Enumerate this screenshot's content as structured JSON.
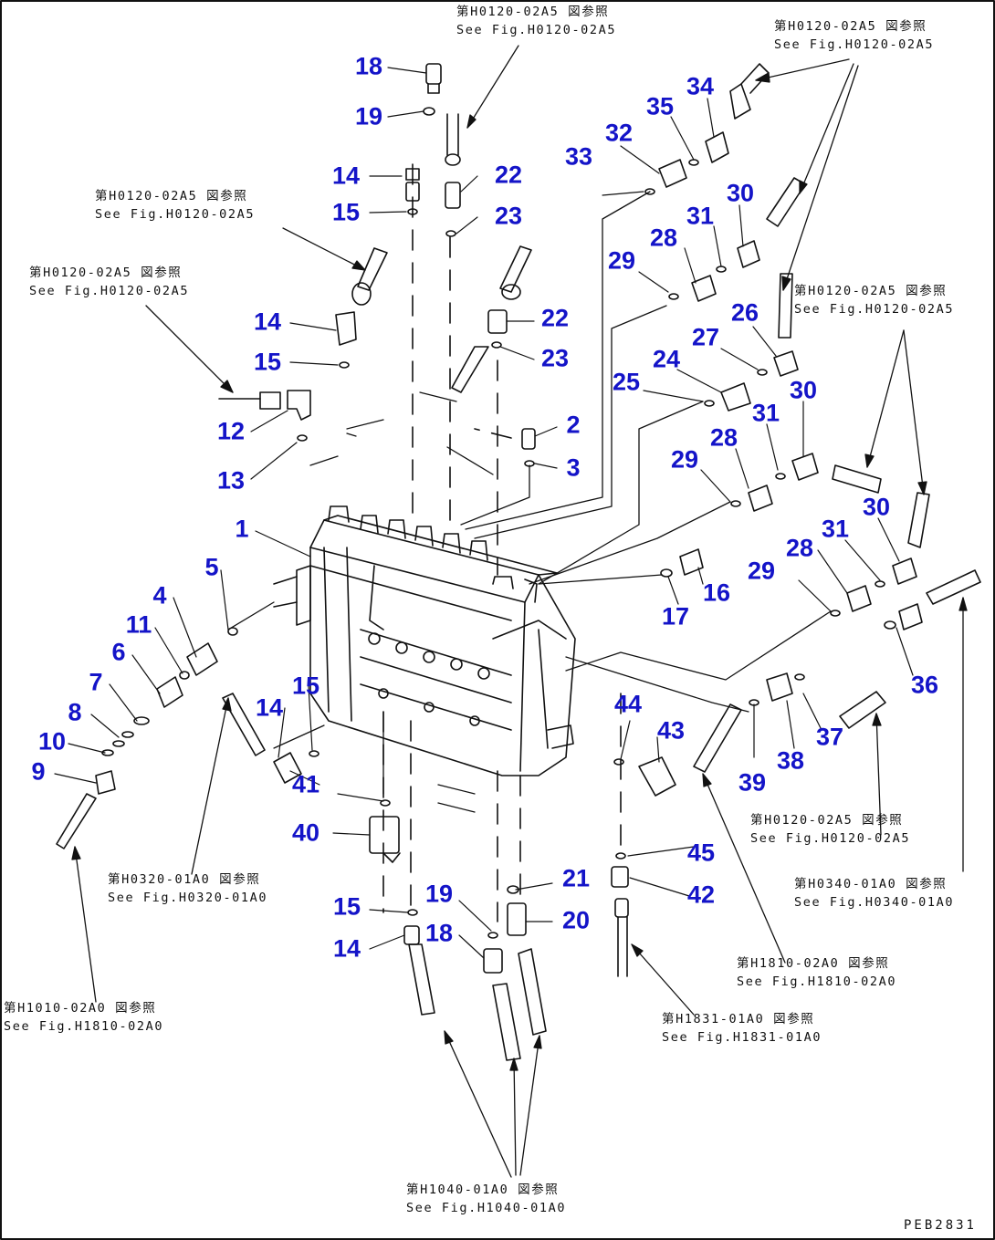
{
  "colors": {
    "part_number": "#1414c8",
    "line_art": "#111111",
    "background": "#ffffff"
  },
  "part_numbers": [
    "1",
    "2",
    "3",
    "4",
    "5",
    "6",
    "7",
    "8",
    "9",
    "10",
    "11",
    "12",
    "13",
    "14",
    "15",
    "14",
    "15",
    "14",
    "15",
    "14",
    "15",
    "16",
    "17",
    "18",
    "19",
    "18",
    "19",
    "20",
    "21",
    "22",
    "23",
    "22",
    "23",
    "24",
    "25",
    "26",
    "27",
    "28",
    "29",
    "28",
    "29",
    "28",
    "29",
    "30",
    "31",
    "30",
    "31",
    "30",
    "31",
    "32",
    "33",
    "34",
    "35",
    "36",
    "37",
    "38",
    "39",
    "40",
    "41",
    "42",
    "43",
    "44",
    "45"
  ],
  "references": [
    {
      "jp": "第H0120-02A5 図参照",
      "en": "See Fig.H0120-02A5"
    },
    {
      "jp": "第H0120-02A5 図参照",
      "en": "See Fig.H0120-02A5"
    },
    {
      "jp": "第H0120-02A5 図参照",
      "en": "See Fig.H0120-02A5"
    },
    {
      "jp": "第H0120-02A5 図参照",
      "en": "See Fig.H0120-02A5"
    },
    {
      "jp": "第H0120-02A5 図参照",
      "en": "See Fig.H0120-02A5"
    },
    {
      "jp": "第H0120-02A5 図参照",
      "en": "See Fig.H0120-02A5"
    },
    {
      "jp": "第H0320-01A0 図参照",
      "en": "See Fig.H0320-01A0"
    },
    {
      "jp": "第H0340-01A0 図参照",
      "en": "See Fig.H0340-01A0"
    },
    {
      "jp": "第H1810-02A0 図参照",
      "en": "See Fig.H1810-02A0"
    },
    {
      "jp": "第H1010-02A0 図参照",
      "en": "See Fig.H1810-02A0"
    },
    {
      "jp": "第H1831-01A0 図参照",
      "en": "See Fig.H1831-01A0"
    },
    {
      "jp": "第H1040-01A0 図参照",
      "en": "See Fig.H1040-01A0"
    }
  ],
  "drawing_code": "PEB2831"
}
